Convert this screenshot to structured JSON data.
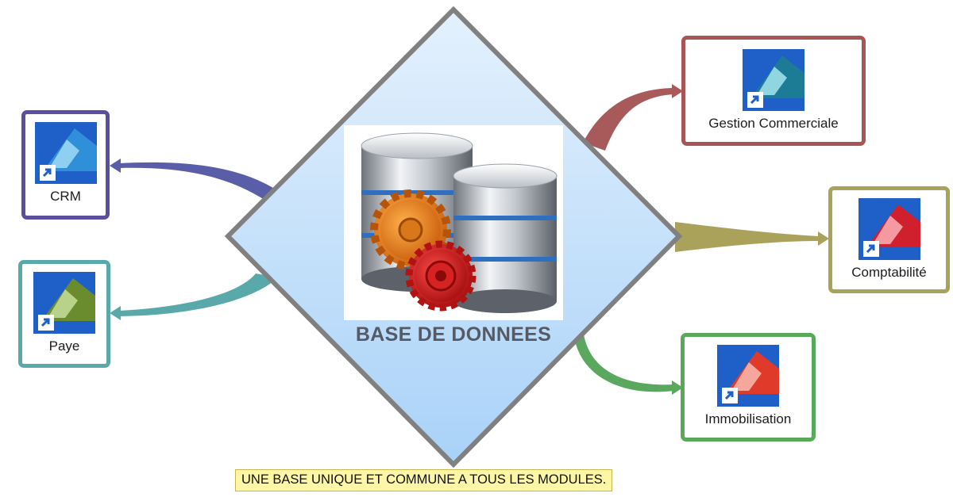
{
  "diagram": {
    "center": {
      "title": "BASE DE DONNEES",
      "image": "database-servers-with-gears",
      "fill_color": "#b9dcfb",
      "border_color": "#808080"
    },
    "modules": [
      {
        "id": "crm",
        "label": "CRM",
        "icon": "app-shortcut-icon",
        "icon_color": "#1e5fc8",
        "border_color": "#5b4e9c",
        "arrow_color": "#5a5da8"
      },
      {
        "id": "paye",
        "label": "Paye",
        "icon": "app-shortcut-icon",
        "icon_color": "#6b8b2f",
        "border_color": "#5aa8a8",
        "arrow_color": "#5aa9aa"
      },
      {
        "id": "gestion-commerciale",
        "label": "Gestion Commerciale",
        "icon": "app-shortcut-icon",
        "icon_color": "#1c7c95",
        "border_color": "#a85555",
        "arrow_color": "#a85a5a"
      },
      {
        "id": "comptabilite",
        "label": "Comptabilité",
        "icon": "app-shortcut-icon",
        "icon_color": "#d0202e",
        "border_color": "#a8a35a",
        "arrow_color": "#aaa25a"
      },
      {
        "id": "immobilisation",
        "label": "Immobilisation",
        "icon": "app-shortcut-icon",
        "icon_color": "#e03a2a",
        "border_color": "#5aa85a",
        "arrow_color": "#5aa85e"
      }
    ],
    "caption": "UNE BASE UNIQUE ET COMMUNE A TOUS LES MODULES."
  }
}
